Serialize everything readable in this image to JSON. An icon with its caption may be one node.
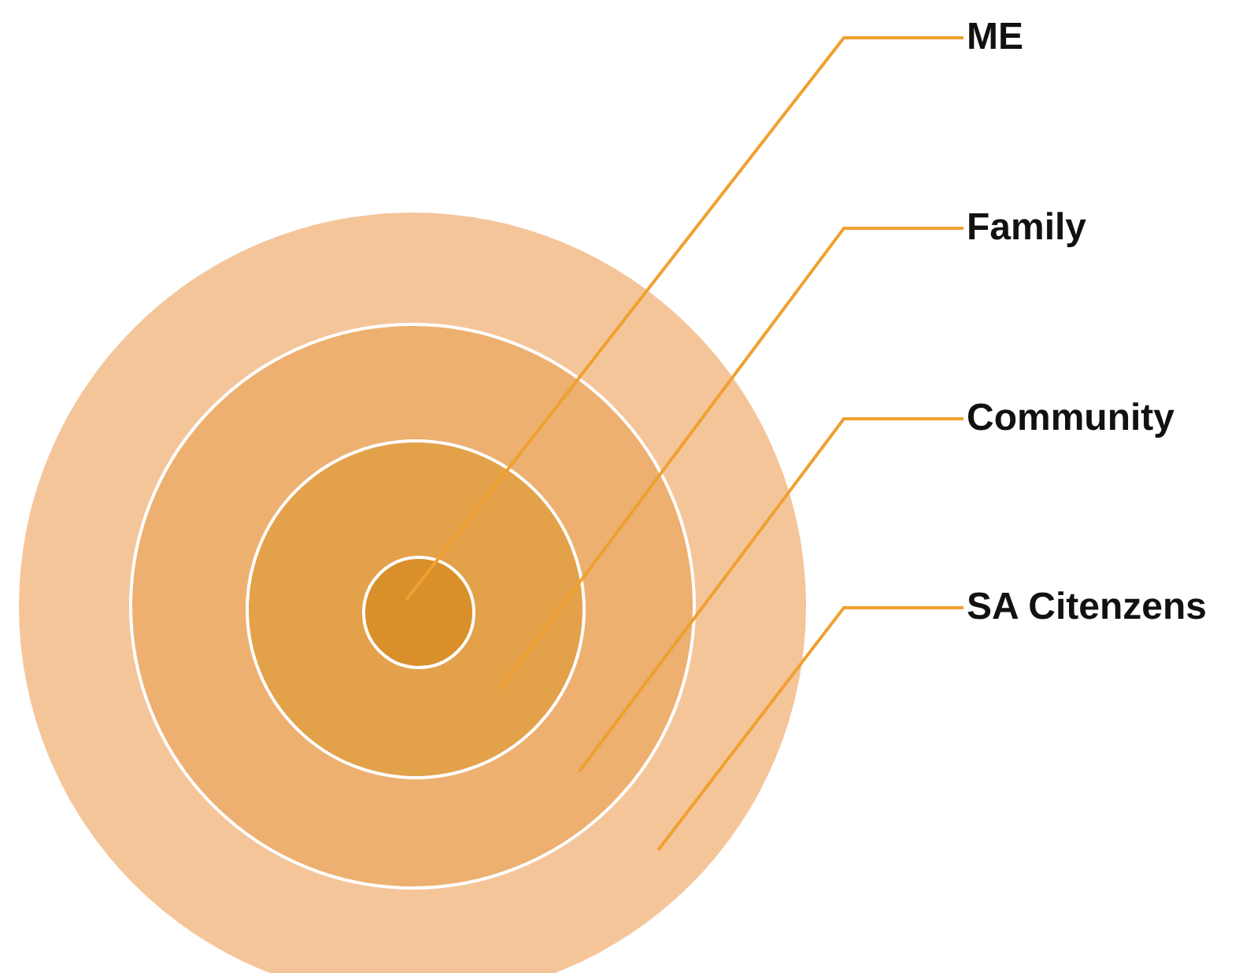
{
  "diagram": {
    "nodes": [
      {
        "text": [],
        "shape": "circle"
      },
      {
        "text": [],
        "shape": "circle",
        "in": 0
      },
      {
        "text": [],
        "shape": "circle",
        "in": 1
      },
      {
        "text": [],
        "shape": "circle",
        "in": 2
      },
      {
        "text": [
          "ME"
        ]
      },
      {
        "text": [
          "Family"
        ]
      },
      {
        "text": [
          "Community"
        ]
      },
      {
        "text": [
          "SA Citenzens"
        ]
      }
    ],
    "edges": [
      {
        "from": 4,
        "to": 3,
        "arrow": "none"
      },
      {
        "from": 5,
        "to": 2,
        "arrow": "none"
      },
      {
        "from": 6,
        "to": 1,
        "arrow": "none"
      },
      {
        "from": 7,
        "to": 0,
        "arrow": "none"
      }
    ]
  }
}
